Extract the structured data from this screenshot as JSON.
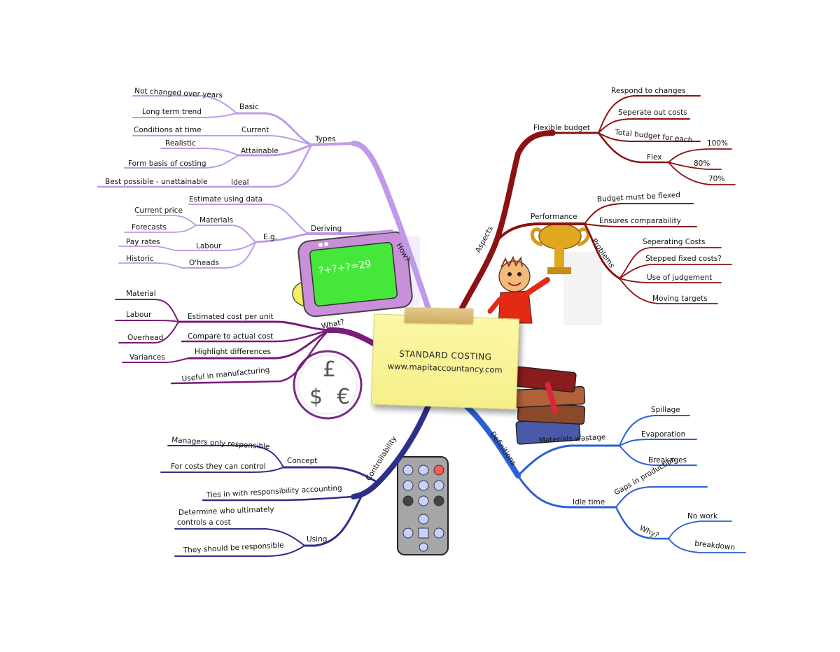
{
  "center": {
    "title": "STANDARD COSTING",
    "url": "www.mapitaccountancy.com"
  },
  "colors": {
    "how": "#bf9ae8",
    "what": "#7a1a7a",
    "control": "#2d2f8a",
    "aspects": "#8b1212",
    "definitions": "#2a5fd6"
  },
  "how": {
    "label": "How?",
    "types": {
      "label": "Types",
      "basic": "Basic",
      "basic_items": [
        "Not changed over years",
        "Long term trend"
      ],
      "current": "Current",
      "current_items": [
        "Conditions at time"
      ],
      "attainable": "Attainable",
      "attainable_items": [
        "Realistic",
        "Form basis of costing"
      ],
      "ideal": "Ideal",
      "ideal_items": [
        "Best possible - unattainable"
      ]
    },
    "deriving": {
      "label": "Deriving",
      "estimate": "Estimate using data",
      "eg": "E.g.",
      "materials": "Materials",
      "materials_items": [
        "Current price",
        "Forecasts"
      ],
      "labour": "Labour",
      "labour_items": [
        "Pay rates"
      ],
      "oheads": "O'heads",
      "oheads_items": [
        "Historic"
      ]
    }
  },
  "what": {
    "label": "What?",
    "estimated": "Estimated cost per unit",
    "estimated_items": [
      "Material",
      "Labour",
      "Overhead"
    ],
    "compare": "Compare to actual cost",
    "highlight": "Highlight differences",
    "highlight_items": [
      "Variances"
    ],
    "useful": "Useful in manufacturing"
  },
  "controllability": {
    "label": "Controllability",
    "concept": "Concept",
    "concept_items": [
      "Managers only responsible",
      "For costs they can control"
    ],
    "ties": "Ties in with responsibility accounting",
    "using": "Using",
    "using_items": [
      "Determine who ultimately",
      "controls a cost",
      "They should be responsible"
    ]
  },
  "aspects": {
    "label": "Aspects",
    "flexible": "Flexible budget",
    "flexible_items": [
      "Respond to changes",
      "Seperate out costs",
      "Total budget for each"
    ],
    "flex": "Flex",
    "flex_items": [
      "100%",
      "80%",
      "70%"
    ],
    "performance": "Performance",
    "performance_items": [
      "Budget must be flexed",
      "Ensures comparability"
    ],
    "problems": "Problems",
    "problems_items": [
      "Seperating Costs",
      "Stepped fixed costs?",
      "Use of judgement",
      "Moving targets"
    ]
  },
  "definitions": {
    "label": "Definitions",
    "materials": "Materials wastage",
    "materials_items": [
      "Spillage",
      "Evaporation",
      "Breakages"
    ],
    "idle": "Idle time",
    "gaps": "Gaps in production",
    "why": "Why?",
    "why_items": [
      "No work",
      "breakdown"
    ]
  },
  "icons": {
    "tablet_text": "?+?+?=29",
    "currency": [
      "£",
      "$",
      "€"
    ]
  }
}
